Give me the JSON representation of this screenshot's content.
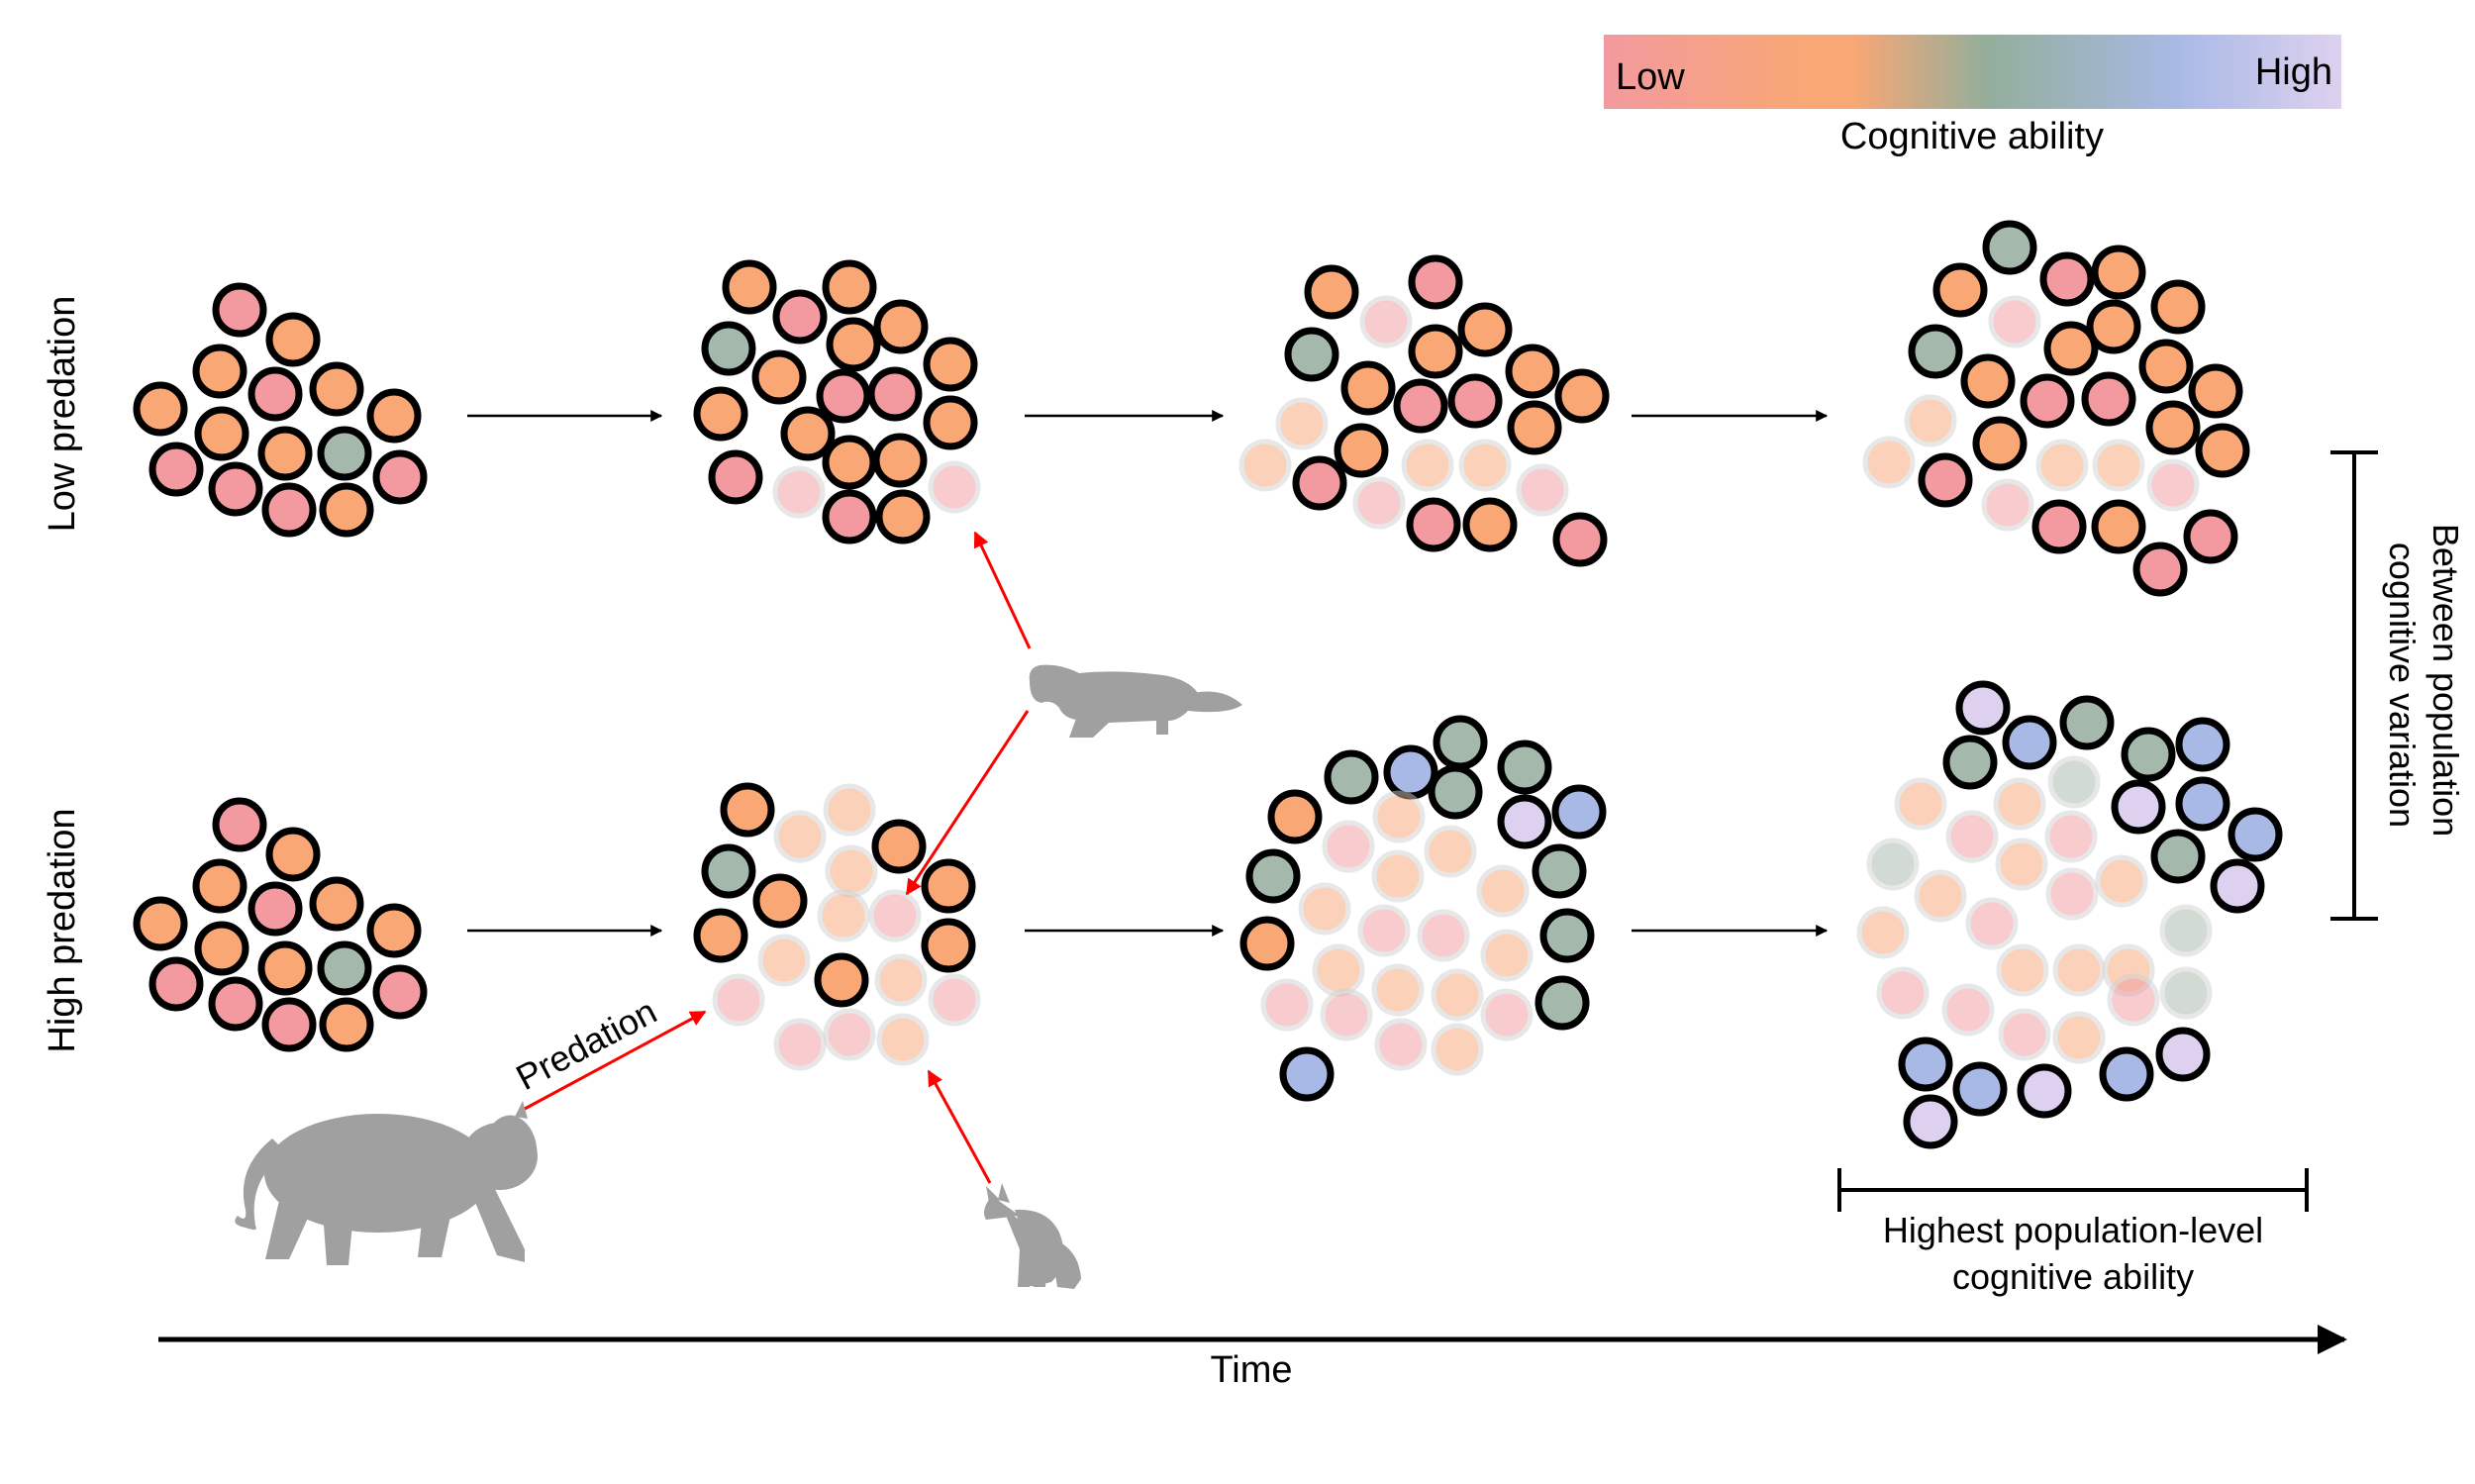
{
  "legend": {
    "low_label": "Low",
    "high_label": "High",
    "title": "Cognitive ability",
    "colors": {
      "low": "#f29a9f",
      "mid_low": "#f8a775",
      "mid": "#a4b8ab",
      "high": "#a9b9e6",
      "highest": "#ddd1ef"
    }
  },
  "rows": {
    "low": "Low predation",
    "high": "High predation"
  },
  "annotations": {
    "predation": "Predation",
    "between_line1": "Between population",
    "between_line2": "cognitive variation",
    "highest_line1": "Highest population-level",
    "highest_line2": "cognitive ability",
    "time": "Time"
  },
  "palette": {
    "pink": "#f29a9f",
    "orange": "#f8a775",
    "green": "#a4b8ab",
    "blue": "#a9b9e6",
    "lavender": "#ddd1ef",
    "predation_arrow": "#ff0000",
    "predator_fill": "#a0a0a0"
  },
  "icons": [
    "cougar-icon",
    "fox-icon",
    "marten-icon"
  ]
}
